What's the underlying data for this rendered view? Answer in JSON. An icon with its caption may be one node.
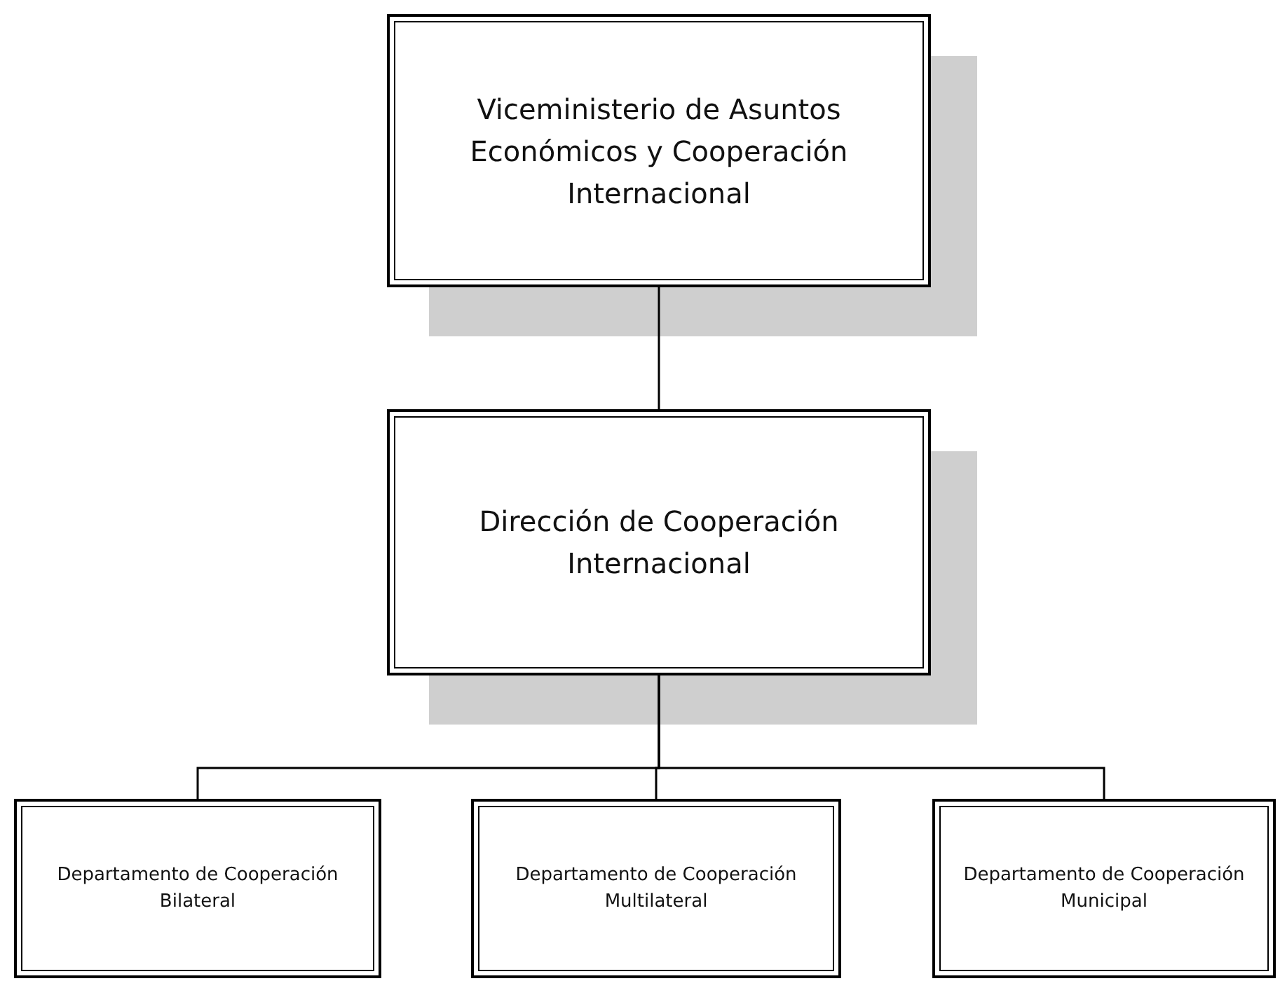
{
  "diagram": {
    "nodes": [
      {
        "text": [
          "Viceministerio de Asuntos Económicos y Cooperación Internacional"
        ]
      },
      {
        "text": [
          "Dirección de Cooperación Internacional"
        ]
      },
      {
        "text": [
          "Departamento de Cooperación Bilateral"
        ]
      },
      {
        "text": [
          "Departamento de Cooperación Multilateral"
        ]
      },
      {
        "text": [
          "Departamento de Cooperación Municipal"
        ]
      }
    ],
    "edges": [
      {
        "from": 0,
        "to": 1,
        "arrow": "none"
      },
      {
        "from": 1,
        "to": 2,
        "arrow": "none"
      },
      {
        "from": 1,
        "to": 3,
        "arrow": "none"
      },
      {
        "from": 1,
        "to": 4,
        "arrow": "none"
      }
    ]
  }
}
